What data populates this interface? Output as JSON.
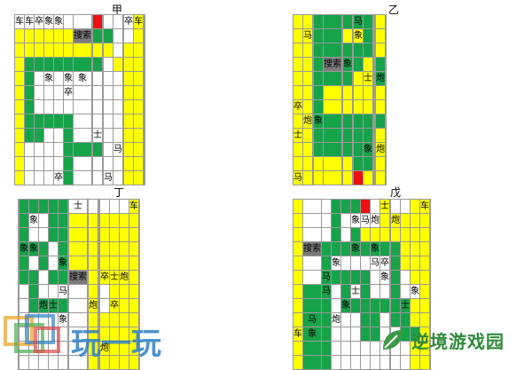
{
  "colors": {
    "w": "#ffffff",
    "y": "#ffff00",
    "g": "#16a34a",
    "r": "#ee1111",
    "s": "#7a7a7a"
  },
  "boards": [
    {
      "title": "甲",
      "rows": [
        "wwwwwwwwrwwwwwyww",
        "yyyyyygggggwwwyww",
        "yyyyyyyyygywwyyyy",
        "yggggggggwwyyyyyy",
        "ygwwwwwwwwwwwyyyy",
        "ygwwwwwwwwwwwyyyy",
        "ygwwwwwwwwwwwyyyy",
        "ygggggwwwwwwwyyyy",
        "yggwwgwwwwwwwyyyy",
        "ywwwwggggwwwwyyyy",
        "ywwwwgwwwwwwwyyyy",
        "ywwwwgwwwwwwwyyyy"
      ],
      "pieces": [
        {
          "r": 0,
          "c": 0,
          "t": "车"
        },
        {
          "r": 0,
          "c": 1,
          "t": "车"
        },
        {
          "r": 0,
          "c": 2,
          "t": "卒"
        },
        {
          "r": 0,
          "c": 3,
          "t": "象"
        },
        {
          "r": 0,
          "c": 4,
          "t": "象"
        },
        {
          "r": 0,
          "c": 13,
          "t": "卒"
        },
        {
          "r": 0,
          "c": 14,
          "t": "车"
        },
        {
          "r": 1,
          "c": 6,
          "t": "搜索",
          "s": true
        },
        {
          "r": 4,
          "c": 3,
          "t": "象"
        },
        {
          "r": 4,
          "c": 5,
          "t": "象"
        },
        {
          "r": 4,
          "c": 6,
          "t": "象"
        },
        {
          "r": 5,
          "c": 5,
          "t": "卒"
        },
        {
          "r": 8,
          "c": 8,
          "t": "士"
        },
        {
          "r": 9,
          "c": 11,
          "t": "马"
        },
        {
          "r": 11,
          "c": 4,
          "t": "卒"
        },
        {
          "r": 11,
          "c": 10,
          "t": "马"
        }
      ]
    },
    {
      "title": "乙",
      "rows": [
        "yyyggggrggyyyyy",
        "yyyggyyyyggyyyy",
        "yyyggygggggyyyy",
        "yyyggygggyggggy",
        "yyygggggyygyygy",
        "yyygyyyyyyyggyy",
        "yyygyyyyyyyygyy",
        "yyygggggggggggy",
        "yyggggggggggyyy",
        "yyyggggggggggyy",
        "yyyyyyyyggggyyy",
        "yyyyyyyyryyyyyy"
      ],
      "pieces": [
        {
          "r": 0,
          "c": 8,
          "t": "马"
        },
        {
          "r": 1,
          "c": 1,
          "t": "马"
        },
        {
          "r": 1,
          "c": 8,
          "t": "象"
        },
        {
          "r": 3,
          "c": 6,
          "t": "象"
        },
        {
          "r": 3,
          "c": 4,
          "t": "搜索",
          "s": true
        },
        {
          "r": 4,
          "c": 9,
          "t": "士"
        },
        {
          "r": 4,
          "c": 13,
          "t": "炮"
        },
        {
          "r": 6,
          "c": 0,
          "t": "卒"
        },
        {
          "r": 7,
          "c": 1,
          "t": "炮"
        },
        {
          "r": 7,
          "c": 3,
          "t": "象"
        },
        {
          "r": 8,
          "c": 0,
          "t": "士"
        },
        {
          "r": 9,
          "c": 9,
          "t": "象"
        },
        {
          "r": 9,
          "c": 13,
          "t": "炮"
        },
        {
          "r": 11,
          "c": 0,
          "t": "马"
        }
      ]
    },
    {
      "title": "丁",
      "rows": [
        "ygggggrwywwwwwwyy",
        "ygwwggyyyyyyyyyyy",
        "ygwwggyyyyyyyyyyy",
        "ygggwggyyyyyyyyyy",
        "ygwgwgyyyyyyyyyyy",
        "yggwggwsyyyyyyyyy",
        "ywgwwwgwyyyywyyyy",
        "ywgggggwyyywwyyyy",
        "ywwwwwgwyyyyyyyyy",
        "ywwwwwgwyyyyyyyyy",
        "ywwwwwgwyyyyyyyyy",
        "ywwwwwgwyyyyyyyyy"
      ],
      "pieces": [
        {
          "r": 0,
          "c": 7,
          "t": "士"
        },
        {
          "r": 0,
          "c": 15,
          "t": "车"
        },
        {
          "r": 1,
          "c": 2,
          "t": "象"
        },
        {
          "r": 3,
          "c": 1,
          "t": "象"
        },
        {
          "r": 3,
          "c": 2,
          "t": "象"
        },
        {
          "r": 4,
          "c": 5,
          "t": "象"
        },
        {
          "r": 5,
          "c": 7,
          "t": "搜索",
          "s": true
        },
        {
          "r": 5,
          "c": 12,
          "t": "卒"
        },
        {
          "r": 5,
          "c": 13,
          "t": "士"
        },
        {
          "r": 5,
          "c": 14,
          "t": "炮"
        },
        {
          "r": 6,
          "c": 5,
          "t": "马"
        },
        {
          "r": 7,
          "c": 3,
          "t": "炮"
        },
        {
          "r": 7,
          "c": 4,
          "t": "士"
        },
        {
          "r": 7,
          "c": 9,
          "t": "炮"
        },
        {
          "r": 7,
          "c": 13,
          "t": "卒"
        },
        {
          "r": 8,
          "c": 5,
          "t": "象"
        },
        {
          "r": 10,
          "c": 12,
          "t": "炮"
        }
      ]
    },
    {
      "title": "戊",
      "rows": [
        "ywwgggrwywwwyyy",
        "ywwgwwwwyyyyyyy",
        "ywwgwgyyyyyyyyy",
        "ywgggggggggyyyy",
        "ywgwwwwwwwgyyyy",
        "ywgggggwwwgwyyy",
        "yggwgwgwwwgwwyy",
        "yggwggggggggyyy",
        "yggwwwggwwggyyy",
        "yggwwwggwwwggyy",
        "yggwwwwwwwwwyyy",
        "yggwwwwwwwwwyyy"
      ],
      "pieces": [
        {
          "r": 0,
          "c": 8,
          "t": "士"
        },
        {
          "r": 0,
          "c": 13,
          "t": "车"
        },
        {
          "r": 1,
          "c": 5,
          "t": "象"
        },
        {
          "r": 1,
          "c": 6,
          "t": "马"
        },
        {
          "r": 1,
          "c": 7,
          "t": "炮"
        },
        {
          "r": 1,
          "c": 10,
          "t": "炮"
        },
        {
          "r": 3,
          "c": 1,
          "t": "搜索",
          "s": true
        },
        {
          "r": 3,
          "c": 5,
          "t": "象"
        },
        {
          "r": 3,
          "c": 7,
          "t": "象"
        },
        {
          "r": 4,
          "c": 3,
          "t": "象"
        },
        {
          "r": 4,
          "c": 7,
          "t": "马"
        },
        {
          "r": 4,
          "c": 8,
          "t": "卒"
        },
        {
          "r": 5,
          "c": 2,
          "t": "马"
        },
        {
          "r": 5,
          "c": 8,
          "t": "象"
        },
        {
          "r": 6,
          "c": 2,
          "t": "马"
        },
        {
          "r": 6,
          "c": 5,
          "t": "士"
        },
        {
          "r": 6,
          "c": 12,
          "t": "象"
        },
        {
          "r": 7,
          "c": 4,
          "t": "象"
        },
        {
          "r": 7,
          "c": 11,
          "t": "士"
        },
        {
          "r": 8,
          "c": 1,
          "t": "马"
        },
        {
          "r": 8,
          "c": 3,
          "t": "炮"
        },
        {
          "r": 9,
          "c": 0,
          "t": "车"
        },
        {
          "r": 9,
          "c": 1,
          "t": "象"
        }
      ]
    }
  ],
  "watermark_right": "逆境游戏园",
  "watermark_left": "玩一玩"
}
